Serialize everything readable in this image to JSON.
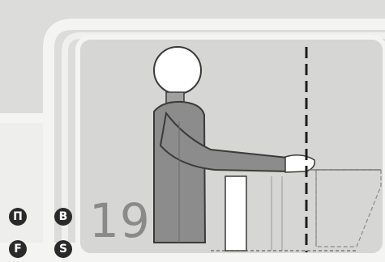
{
  "badges": {
    "p": "П",
    "b": "B",
    "f": "F",
    "s": "S"
  },
  "step_number": "19",
  "colors": {
    "background": "#dcdcda",
    "frame": "#f4f4f2",
    "figure_body": "#8c8c8c",
    "badge": "#2a2a2a",
    "step_number": "#8a8a8a"
  },
  "icons": [
    "person-figure",
    "dashed-guide-line",
    "cabinet-outline"
  ]
}
